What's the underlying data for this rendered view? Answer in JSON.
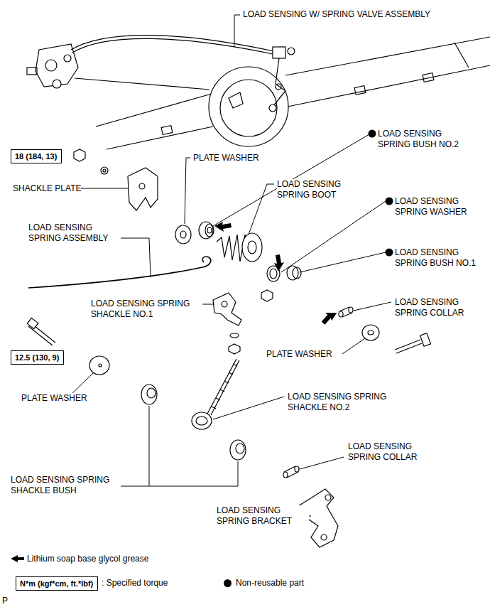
{
  "diagram": {
    "nodes": [
      {
        "text": [
          "18 (184, 13)"
        ]
      },
      {
        "text": [
          "12.5 (130, 9)"
        ]
      },
      {
        "text": [
          "N*m (kgf*cm, ft.*lbf)"
        ]
      }
    ],
    "labels": [
      "LOAD SENSING W/ SPRING VALVE ASSEMBLY",
      "PLATE WASHER",
      "LOAD SENSING SPRING BUSH NO.2",
      "SHACKLE PLATE",
      "LOAD SENSING SPRING BOOT",
      "LOAD SENSING SPRING WASHER",
      "LOAD SENSING SPRING ASSEMBLY",
      "LOAD SENSING SPRING BUSH NO.1",
      "LOAD SENSING SPRING SHACKLE NO.1",
      "LOAD SENSING SPRING COLLAR",
      "PLATE WASHER",
      "PLATE WASHER",
      "LOAD SENSING SPRING SHACKLE NO.2",
      "LOAD SENSING SPRING COLLAR",
      "LOAD SENSING SPRING SHACKLE BUSH",
      "LOAD SENSING SPRING BRACKET",
      "P"
    ],
    "legend": [
      {
        "text": "Lithium soap base glycol grease"
      },
      {
        "text": ": Specified torque"
      },
      {
        "text": "Non-reusable part",
        "color": "#000000"
      }
    ]
  }
}
